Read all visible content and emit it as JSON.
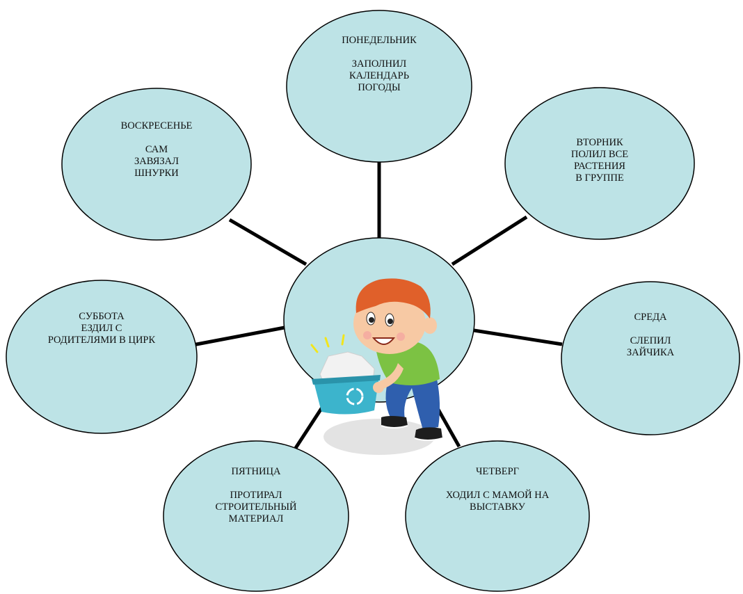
{
  "colors": {
    "bubble_fill": "#bde3e6",
    "bubble_stroke": "#000000",
    "connector": "#000000",
    "shirt": "#7cc243",
    "jeans": "#2f5fae",
    "hair": "#e0602a",
    "skin": "#f7c9a4",
    "bin": "#3cb4cc"
  },
  "center": {
    "illustration": "boy-carrying-recycling-bin"
  },
  "days": [
    {
      "id": "monday",
      "day": "ПОНЕДЕЛЬНИК",
      "lines": [
        "ЗАПОЛНИЛ",
        "КАЛЕНДАРЬ",
        "ПОГОДЫ"
      ]
    },
    {
      "id": "tuesday",
      "day": "ВТОРНИК",
      "lines": [
        "ПОЛИЛ ВСЕ",
        "РАСТЕНИЯ",
        "В ГРУППЕ"
      ]
    },
    {
      "id": "wednesday",
      "day": "СРЕДА",
      "lines": [
        "СЛЕПИЛ",
        "ЗАЙЧИКА"
      ]
    },
    {
      "id": "thursday",
      "day": "ЧЕТВЕРГ",
      "lines": [
        "ХОДИЛ С МАМОЙ НА",
        "ВЫСТАВКУ"
      ]
    },
    {
      "id": "friday",
      "day": "ПЯТНИЦА",
      "lines": [
        "ПРОТИРАЛ",
        "СТРОИТЕЛЬНЫЙ",
        "МАТЕРИАЛ"
      ]
    },
    {
      "id": "saturday",
      "day": "СУББОТА",
      "lines": [
        "ЕЗДИЛ С",
        "РОДИТЕЛЯМИ В ЦИРК"
      ]
    },
    {
      "id": "sunday",
      "day": "ВОСКРЕСЕНЬЕ",
      "lines": [
        "САМ",
        "ЗАВЯЗАЛ",
        "ШНУРКИ"
      ]
    }
  ]
}
